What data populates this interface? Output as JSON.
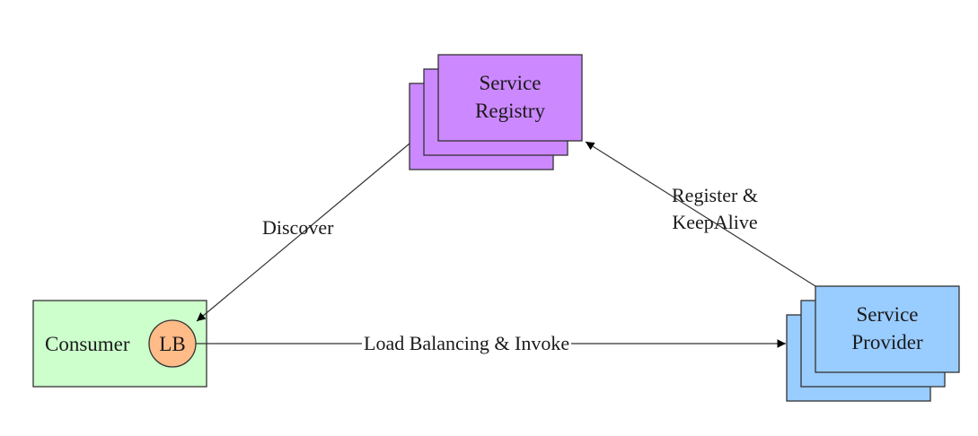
{
  "registry": {
    "line1": "Service",
    "line2": "Registry",
    "fill": "#cc88ff"
  },
  "provider": {
    "line1": "Service",
    "line2": "Provider",
    "fill": "#99ccff"
  },
  "consumer": {
    "label": "Consumer",
    "fill": "#ccffcc",
    "lb_label": "LB",
    "lb_fill": "#ffbb88"
  },
  "edges": {
    "discover": "Discover",
    "register_line1": "Register &",
    "register_line2": "KeepAlive",
    "invoke": "Load Balancing & Invoke"
  }
}
